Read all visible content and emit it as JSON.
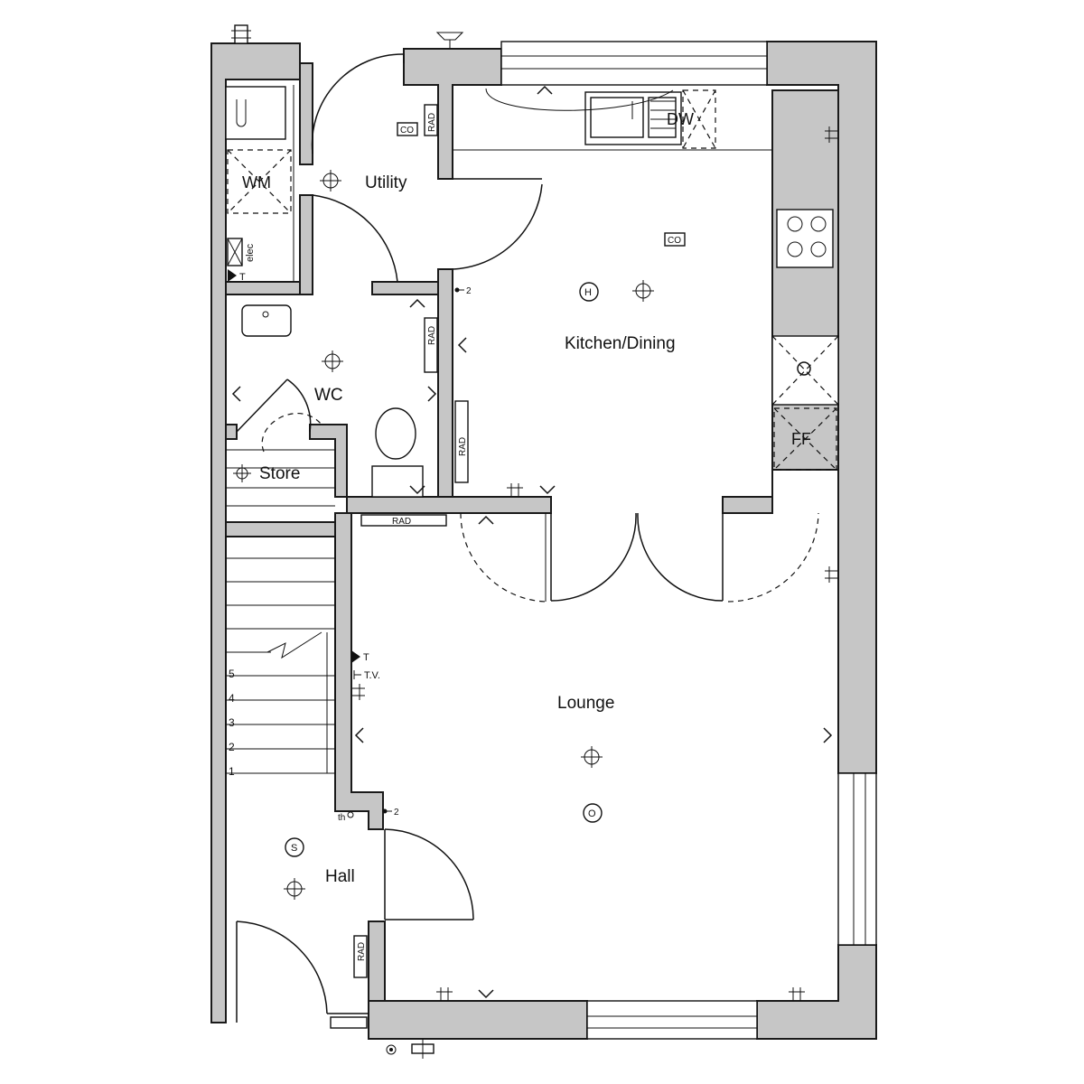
{
  "rooms": {
    "utility": "Utility",
    "kitchen_dining": "Kitchen/Dining",
    "wc": "WC",
    "store": "Store",
    "lounge": "Lounge",
    "hall": "Hall"
  },
  "appliances": {
    "dishwasher": "DW",
    "washing_machine": "WM",
    "fridge_freezer": "FF"
  },
  "fixtures": {
    "radiator": "RAD",
    "carbon_monoxide": "CO",
    "heat_detector": "H",
    "smoke_detector": "S",
    "optical_detector": "O",
    "electric_meter": "elec",
    "telephone": "T",
    "television": "T.V.",
    "thermostat": "th",
    "switch_count": "2"
  },
  "stairs": {
    "steps": [
      "1",
      "2",
      "3",
      "4",
      "5"
    ]
  }
}
